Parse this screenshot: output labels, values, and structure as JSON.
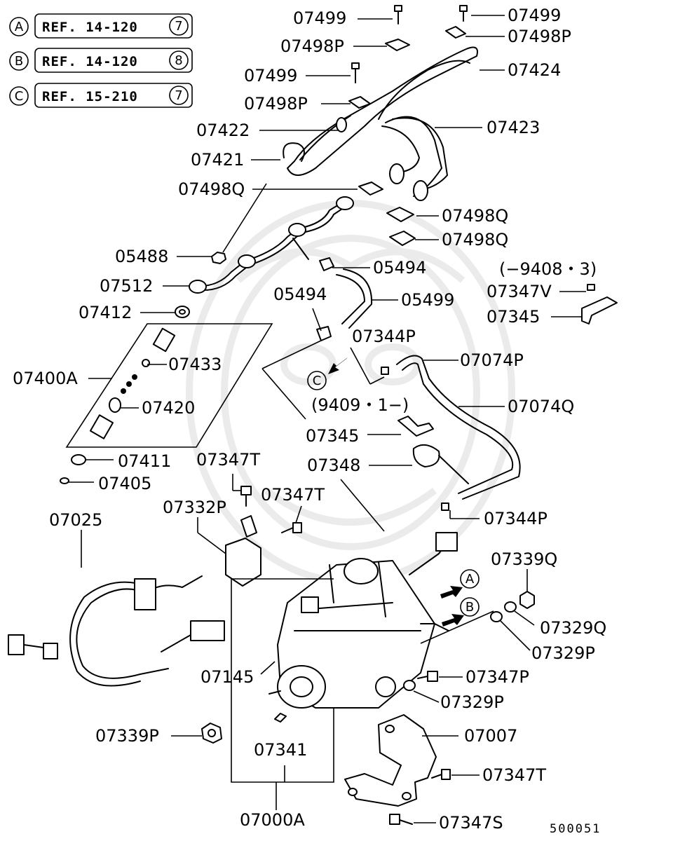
{
  "refs": [
    {
      "letter": "A",
      "text": "REF. 14-120",
      "num": "7"
    },
    {
      "letter": "B",
      "text": "REF. 14-120",
      "num": "8"
    },
    {
      "letter": "C",
      "text": "REF. 15-210",
      "num": "7"
    }
  ],
  "parts": {
    "p07499_a": "07499",
    "p07499_b": "07499",
    "p07498P_a": "07498P",
    "p07498P_b": "07498P",
    "p07499_c": "07499",
    "p07424": "07424",
    "p07498P_c": "07498P",
    "p07422": "07422",
    "p07423": "07423",
    "p07421": "07421",
    "p07498Q_a": "07498Q",
    "p07498Q_b": "07498Q",
    "p07498Q_c": "07498Q",
    "p05488": "05488",
    "p05494_a": "05494",
    "p07512": "07512",
    "p05494_b": "05494",
    "p05499": "05499",
    "p07412": "07412",
    "p07344P_a": "07344P",
    "p07074P": "07074P",
    "p07433": "07433",
    "p07400A": "07400A",
    "p07420": "07420",
    "p07074Q": "07074Q",
    "p07345_b": "07345",
    "p07411": "07411",
    "p07348": "07348",
    "p07347T_a": "07347T",
    "p07405": "07405",
    "p07347T_b": "07347T",
    "p07332P": "07332P",
    "p07025": "07025",
    "p07344P_b": "07344P",
    "p07339Q": "07339Q",
    "p07329Q": "07329Q",
    "p07329P_a": "07329P",
    "p07145": "07145",
    "p07347P": "07347P",
    "p07329P_b": "07329P",
    "p07339P": "07339P",
    "p07007": "07007",
    "p07341": "07341",
    "p07347T_c": "07347T",
    "p07000A": "07000A",
    "p07347S": "07347S",
    "p07347V": "07347V",
    "p07345_a": "07345"
  },
  "notes": {
    "date_a": "(−9408・3)",
    "date_b": "(9409・1−)"
  },
  "callouts": {
    "A": "A",
    "B": "B",
    "C": "C"
  },
  "diagram_code": "500051"
}
